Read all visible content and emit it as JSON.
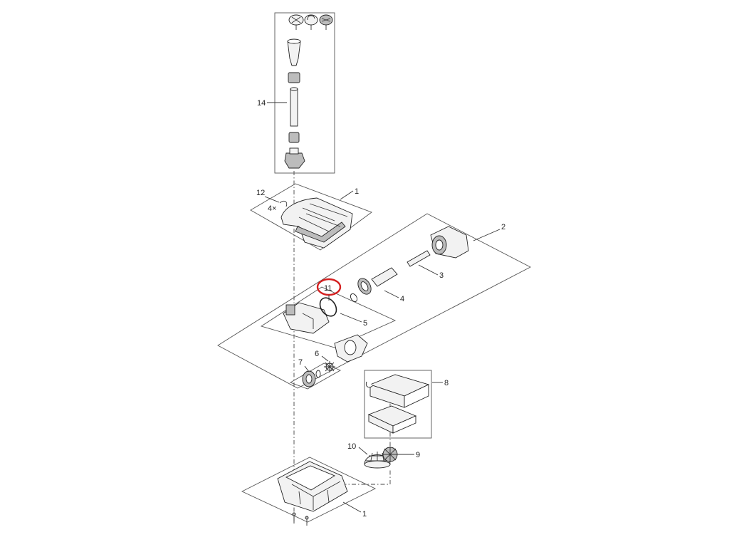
{
  "labels": {
    "p1_top": "1",
    "p1_bottom": "1",
    "p2": "2",
    "p3": "3",
    "p4": "4",
    "p5": "5",
    "p6": "6",
    "p7": "7",
    "p8": "8",
    "p9": "9",
    "p10": "10",
    "p11": "11",
    "p12": "12",
    "p14": "14",
    "qty_screws": "4×"
  },
  "highlight_color": "#d42020"
}
